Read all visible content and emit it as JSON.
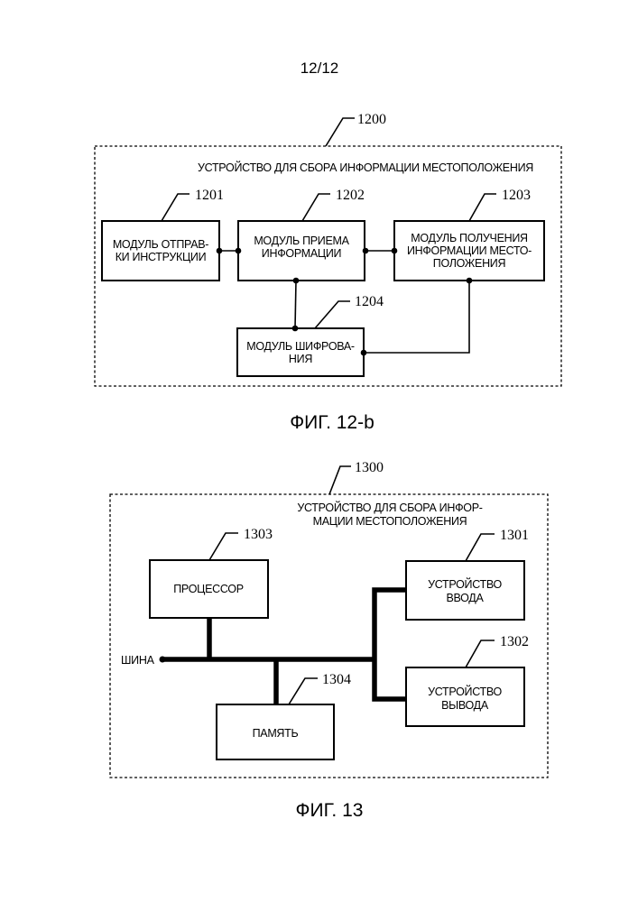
{
  "page_number": "12/12",
  "fig12b": {
    "ref": "1200",
    "title": "УСТРОЙСТВО ДЛЯ СБОРА ИНФОРМАЦИИ МЕСТОПОЛОЖЕНИЯ",
    "caption": "ФИГ. 12-b",
    "modules": [
      {
        "ref": "1201",
        "lines": [
          "МОДУЛЬ ОТПРАВ-",
          "КИ ИНСТРУКЦИИ"
        ]
      },
      {
        "ref": "1202",
        "lines": [
          "МОДУЛЬ ПРИЕМА",
          "ИНФОРМАЦИИ"
        ]
      },
      {
        "ref": "1203",
        "lines": [
          "МОДУЛЬ ПОЛУЧЕНИЯ",
          "ИНФОРМАЦИИ МЕСТО-",
          "ПОЛОЖЕНИЯ"
        ]
      },
      {
        "ref": "1204",
        "lines": [
          "МОДУЛЬ ШИФРОВА-",
          "НИЯ"
        ]
      }
    ]
  },
  "fig13": {
    "ref": "1300",
    "title_lines": [
      "УСТРОЙСТВО ДЛЯ СБОРА ИНФОР-",
      "МАЦИИ МЕСТОПОЛОЖЕНИЯ"
    ],
    "caption": "ФИГ. 13",
    "bus_label": "ШИНА",
    "blocks": [
      {
        "ref": "1301",
        "lines": [
          "УСТРОЙСТВО",
          "ВВОДА"
        ]
      },
      {
        "ref": "1302",
        "lines": [
          "УСТРОЙСТВО",
          "ВЫВОДА"
        ]
      },
      {
        "ref": "1303",
        "lines": [
          "ПРОЦЕССОР"
        ]
      },
      {
        "ref": "1304",
        "lines": [
          "ПАМЯТЬ"
        ]
      }
    ]
  }
}
